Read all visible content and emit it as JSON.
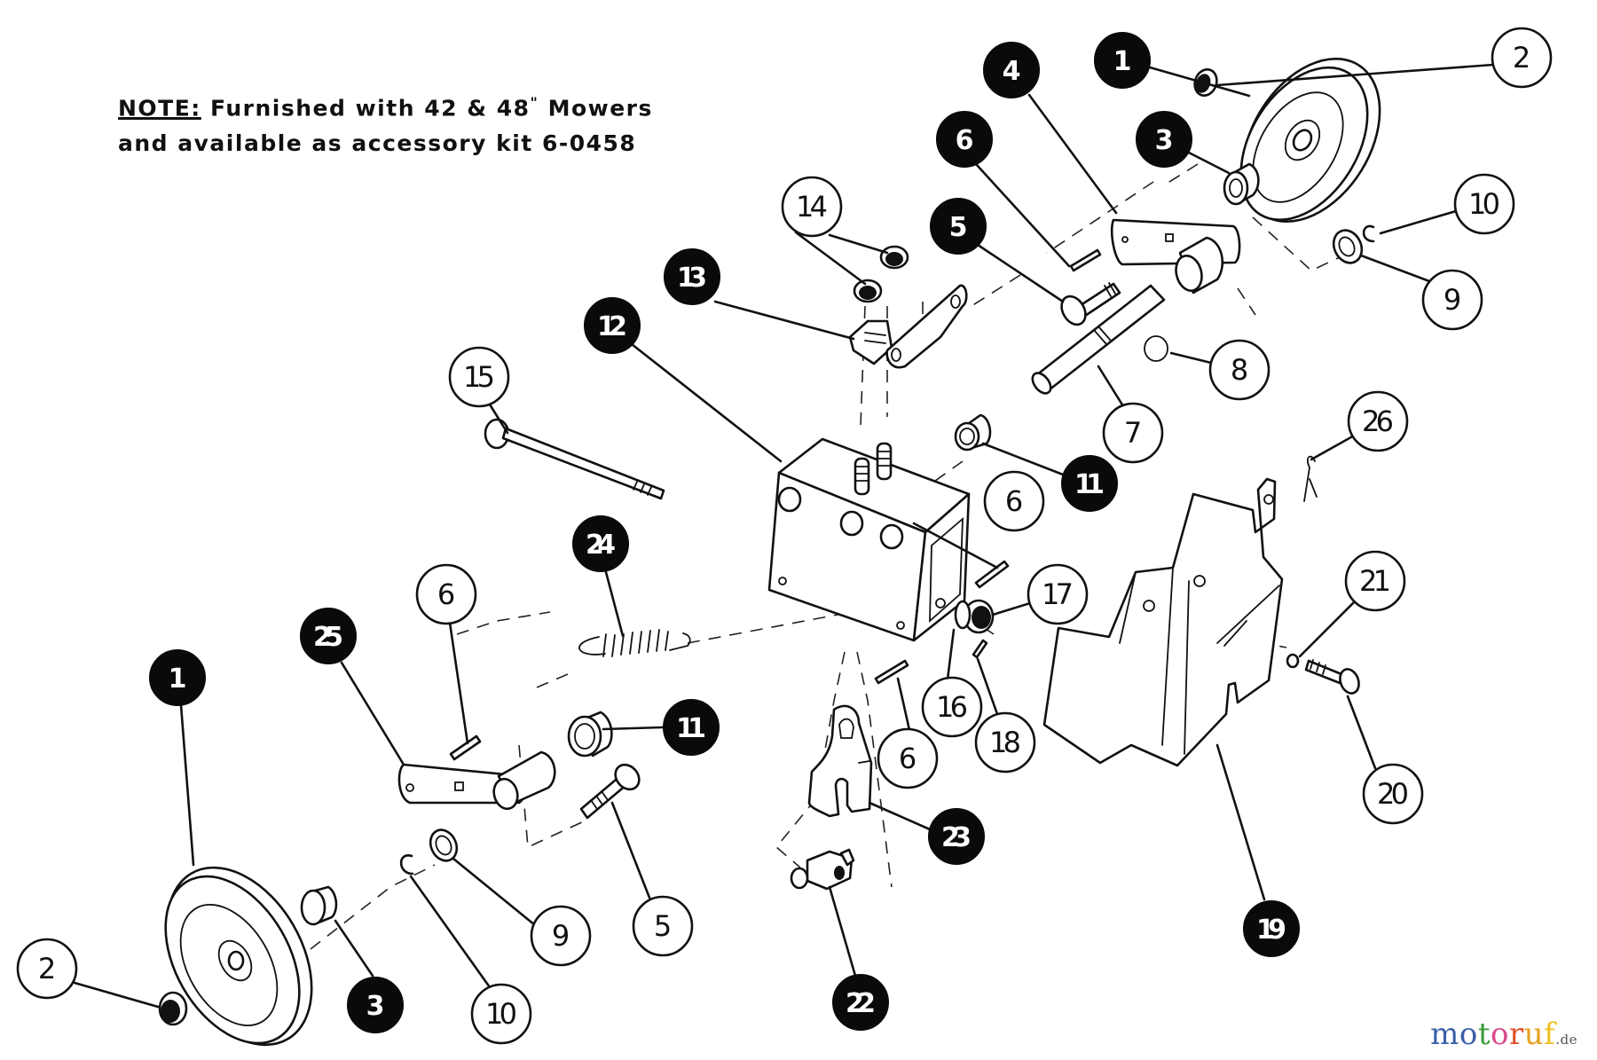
{
  "note": {
    "label": "NOTE:",
    "line1": "Furnished with 42 & 48",
    "inch_mark": "\"",
    "line1_end": "Mowers",
    "line2": "and available as accessory kit 6-0458"
  },
  "brand": {
    "name_letters": [
      {
        "ch": "m",
        "color": "#3b5fa8"
      },
      {
        "ch": "o",
        "color": "#3b5fa8"
      },
      {
        "ch": "t",
        "color": "#3a9a3a"
      },
      {
        "ch": "o",
        "color": "#d94a8c"
      },
      {
        "ch": "r",
        "color": "#e0522a"
      },
      {
        "ch": "u",
        "color": "#e8a020"
      },
      {
        "ch": "f",
        "color": "#f0c020"
      }
    ],
    "tld": ".de"
  },
  "callouts": [
    {
      "id": "c1a",
      "number": "1",
      "style": "filled"
    },
    {
      "id": "c2a",
      "number": "2",
      "style": "open"
    },
    {
      "id": "c3a",
      "number": "3",
      "style": "filled"
    },
    {
      "id": "c4",
      "number": "4",
      "style": "filled"
    },
    {
      "id": "c5a",
      "number": "5",
      "style": "filled"
    },
    {
      "id": "c6a",
      "number": "6",
      "style": "filled"
    },
    {
      "id": "c7",
      "number": "7",
      "style": "open"
    },
    {
      "id": "c8",
      "number": "8",
      "style": "open"
    },
    {
      "id": "c9a",
      "number": "9",
      "style": "open"
    },
    {
      "id": "c10a",
      "number": "10",
      "style": "open"
    },
    {
      "id": "c11a",
      "number": "11",
      "style": "filled"
    },
    {
      "id": "c12",
      "number": "12",
      "style": "filled"
    },
    {
      "id": "c13",
      "number": "13",
      "style": "filled"
    },
    {
      "id": "c14",
      "number": "14",
      "style": "open"
    },
    {
      "id": "c15",
      "number": "15",
      "style": "open"
    },
    {
      "id": "c6b",
      "number": "6",
      "style": "open"
    },
    {
      "id": "c17",
      "number": "17",
      "style": "open"
    },
    {
      "id": "c16",
      "number": "16",
      "style": "open"
    },
    {
      "id": "c18",
      "number": "18",
      "style": "open"
    },
    {
      "id": "c6c",
      "number": "6",
      "style": "open"
    },
    {
      "id": "c26",
      "number": "26",
      "style": "open"
    },
    {
      "id": "c21",
      "number": "21",
      "style": "open"
    },
    {
      "id": "c20",
      "number": "20",
      "style": "open"
    },
    {
      "id": "c19",
      "number": "19",
      "style": "filled"
    },
    {
      "id": "c24",
      "number": "24",
      "style": "filled"
    },
    {
      "id": "c6d",
      "number": "6",
      "style": "open"
    },
    {
      "id": "c25",
      "number": "25",
      "style": "filled"
    },
    {
      "id": "c11b",
      "number": "11",
      "style": "filled"
    },
    {
      "id": "c1b",
      "number": "1",
      "style": "filled"
    },
    {
      "id": "c23",
      "number": "23",
      "style": "filled"
    },
    {
      "id": "c22",
      "number": "22",
      "style": "filled"
    },
    {
      "id": "c5b",
      "number": "5",
      "style": "open"
    },
    {
      "id": "c9b",
      "number": "9",
      "style": "open"
    },
    {
      "id": "c10b",
      "number": "10",
      "style": "open"
    },
    {
      "id": "c2b",
      "number": "2",
      "style": "open"
    },
    {
      "id": "c3b",
      "number": "3",
      "style": "filled"
    }
  ]
}
